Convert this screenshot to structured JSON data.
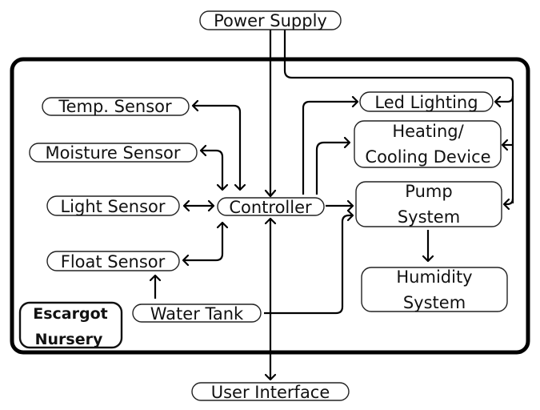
{
  "diagram": {
    "title": [
      "Escargot",
      "Nursery"
    ],
    "nodes": {
      "power_supply": "Power Supply",
      "temp_sensor": "Temp. Sensor",
      "moisture_sensor": "Moisture Sensor",
      "light_sensor": "Light Sensor",
      "float_sensor": "Float Sensor",
      "water_tank": "Water Tank",
      "controller": "Controller",
      "led_lighting": "Led Lighting",
      "heating_cooling": [
        "Heating/",
        "Cooling Device"
      ],
      "pump_system": [
        "Pump",
        "System"
      ],
      "humidity_system": [
        "Humidity",
        "System"
      ],
      "user_interface": "User Interface"
    },
    "connections": [
      {
        "from": "Power Supply",
        "to": "Controller",
        "direction": "one-way"
      },
      {
        "from": "Power Supply",
        "to": "Led Lighting",
        "direction": "one-way"
      },
      {
        "from": "Power Supply",
        "to": "Heating/Cooling Device",
        "direction": "one-way"
      },
      {
        "from": "Power Supply",
        "to": "Pump System",
        "direction": "one-way"
      },
      {
        "from": "Temp. Sensor",
        "to": "Controller",
        "direction": "two-way"
      },
      {
        "from": "Moisture Sensor",
        "to": "Controller",
        "direction": "two-way"
      },
      {
        "from": "Light Sensor",
        "to": "Controller",
        "direction": "two-way"
      },
      {
        "from": "Float Sensor",
        "to": "Controller",
        "direction": "two-way"
      },
      {
        "from": "Water Tank",
        "to": "Float Sensor",
        "direction": "one-way"
      },
      {
        "from": "Water Tank",
        "to": "Pump System",
        "direction": "one-way"
      },
      {
        "from": "Controller",
        "to": "Led Lighting",
        "direction": "one-way"
      },
      {
        "from": "Controller",
        "to": "Heating/Cooling Device",
        "direction": "one-way"
      },
      {
        "from": "Controller",
        "to": "Pump System",
        "direction": "one-way"
      },
      {
        "from": "Pump System",
        "to": "Humidity System",
        "direction": "one-way"
      },
      {
        "from": "Controller",
        "to": "User Interface",
        "direction": "two-way"
      }
    ]
  }
}
